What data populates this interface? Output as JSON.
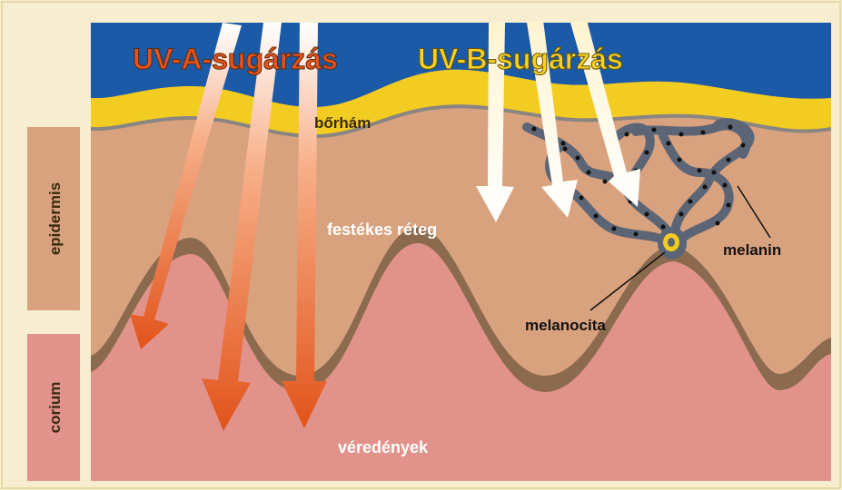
{
  "side_labels": {
    "epidermis": "epidermis",
    "corium": "corium"
  },
  "titles": {
    "uva": "UV-A-sugárzás",
    "uvb": "UV-B-sugárzás"
  },
  "labels": {
    "borham": "bőrhám",
    "festekes_reteg": "festékes réteg",
    "melanin": "melanin",
    "melanocita": "melanocita",
    "veredenyek": "véredények"
  },
  "colors": {
    "background": "#f7edd0",
    "sky": "#1a5aa6",
    "stratum_yellow": "#f2cc20",
    "epidermis": "#d9a27e",
    "basal_band": "#8c6a4e",
    "corium": "#e1938b",
    "uva_arrow": "#e05a1a",
    "uvb_arrow": "#ffffff",
    "uva_text": "#e8521c",
    "uvb_text": "#f5d22a",
    "melanin_net": "#5b6575"
  }
}
